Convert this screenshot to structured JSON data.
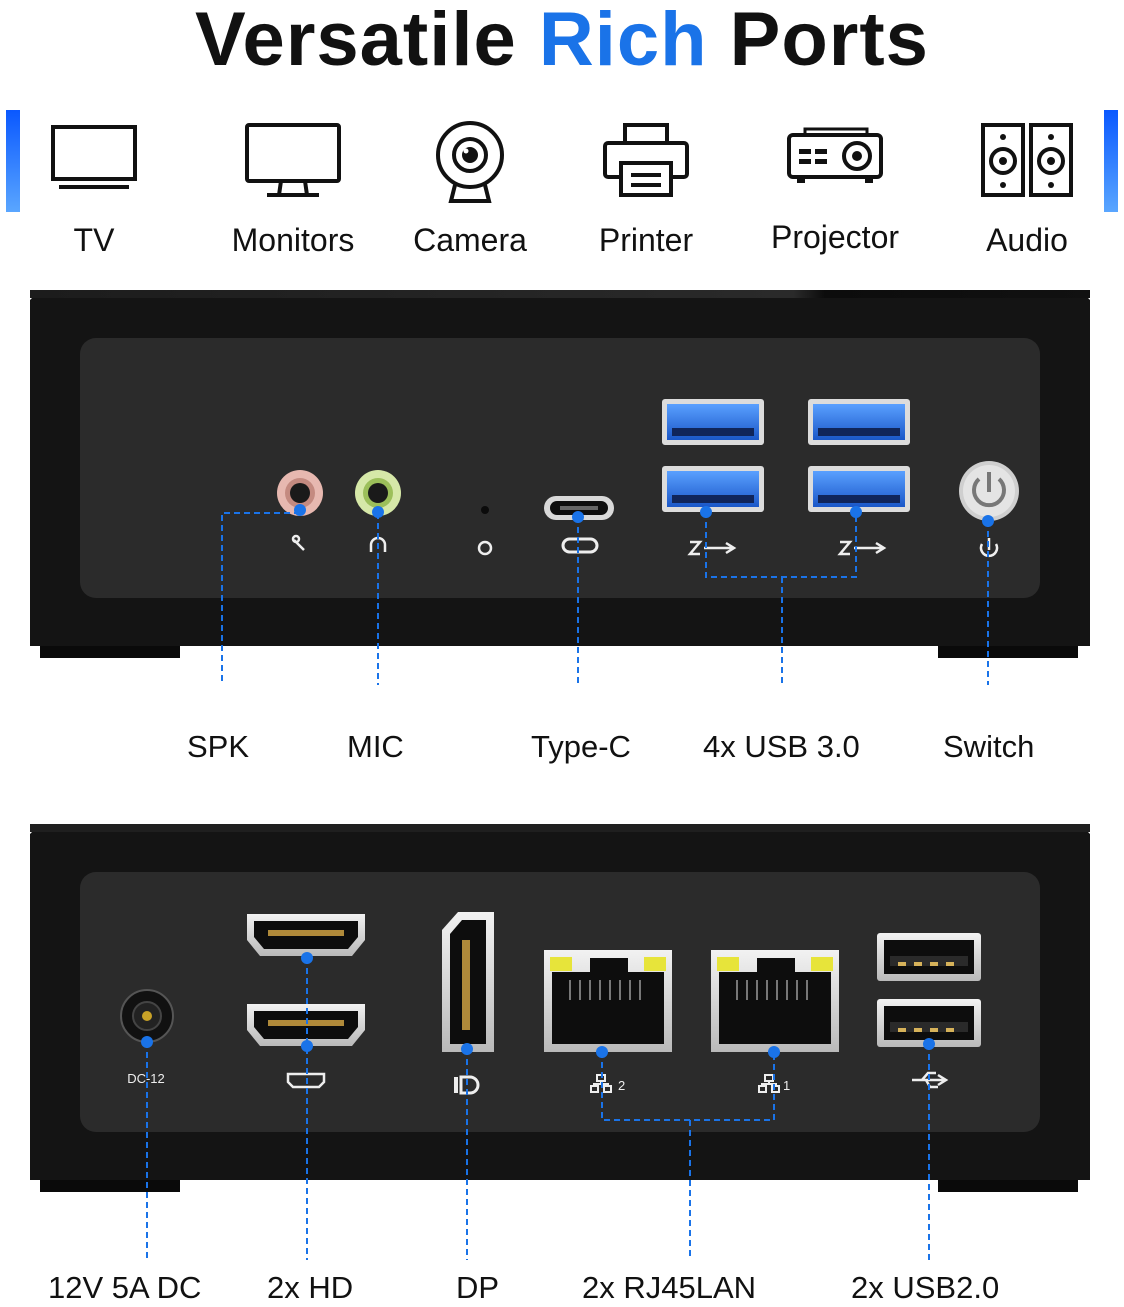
{
  "header": {
    "title_part1": "Versatile ",
    "title_accent": "Rich",
    "title_part2": " Ports",
    "accent_color": "#1a73e8"
  },
  "devices": [
    {
      "label": "TV",
      "icon": "tv-icon"
    },
    {
      "label": "Monitors",
      "icon": "monitor-icon"
    },
    {
      "label": "Camera",
      "icon": "webcam-icon"
    },
    {
      "label": "Printer",
      "icon": "printer-icon"
    },
    {
      "label": "Projector",
      "icon": "projector-icon"
    },
    {
      "label": "Audio",
      "icon": "speakers-icon"
    }
  ],
  "front_panel": {
    "labels": {
      "spk": "SPK",
      "mic": "MIC",
      "typec": "Type-C",
      "usb3": "4x USB 3.0",
      "switch": "Switch"
    }
  },
  "rear_panel": {
    "labels": {
      "dc": "12V 5A DC",
      "hd": "2x HD",
      "dp": "DP",
      "lan": "2x RJ45LAN",
      "usb2": "2x USB2.0"
    },
    "dc_port_text": "DC-12",
    "lan_port_numbers": [
      "2",
      "1"
    ]
  }
}
